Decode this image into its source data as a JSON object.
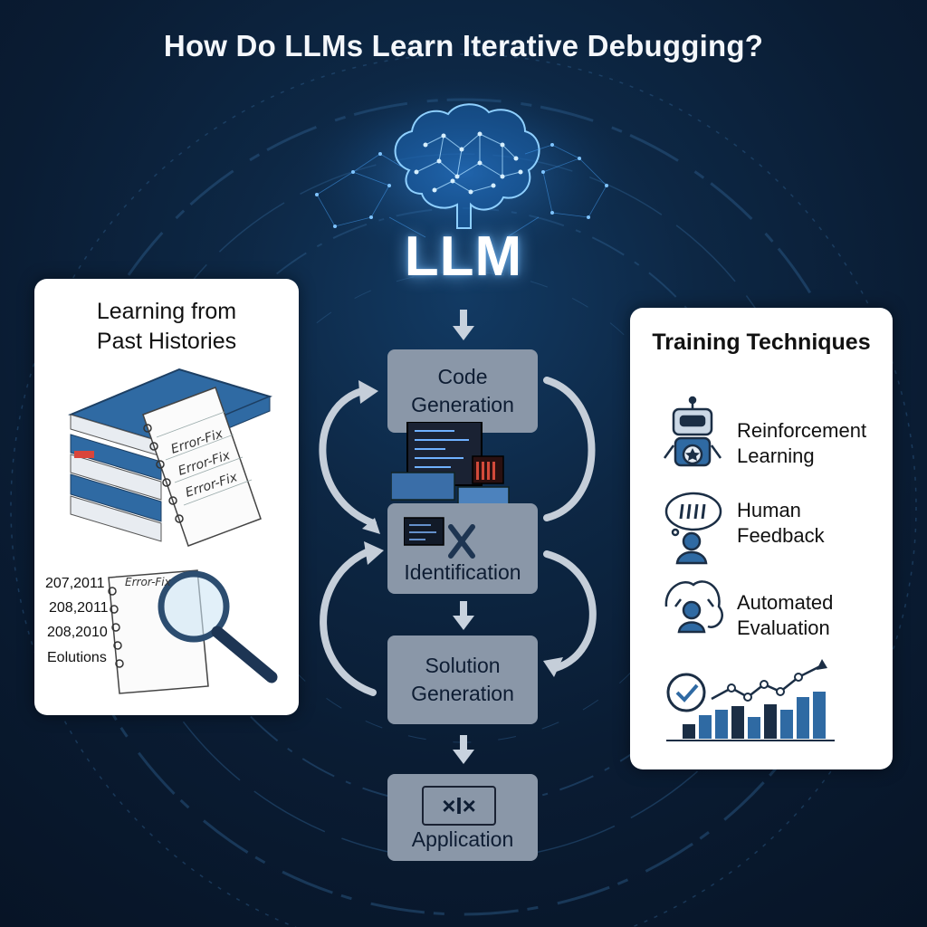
{
  "title": "How Do LLMs Learn Iterative Debugging?",
  "llm_label": "LLM",
  "left_panel": {
    "title_line1": "Learning from",
    "title_line2": "Past Histories",
    "note_label": "Error-Fix",
    "history_lines": [
      "207,2011",
      "208,2011",
      "208,2010",
      "Eolutions"
    ]
  },
  "flow": {
    "code_generation": [
      "Code",
      "Generation"
    ],
    "identification": "Identification",
    "solution_generation": [
      "Solution",
      "Generation"
    ],
    "application": "Application",
    "app_icon_text": "×I×"
  },
  "right_panel": {
    "title": "Training Techniques",
    "techniques": [
      {
        "line1": "Reinforcement",
        "line2": "Learning",
        "icon": "robot-icon"
      },
      {
        "line1": "Human",
        "line2": "Feedback",
        "icon": "human-feedback-icon"
      },
      {
        "line1": "Automated",
        "line2": "Evaluation",
        "icon": "automated-evaluation-icon"
      }
    ],
    "chart_icon": "bar-chart-check-icon"
  },
  "colors": {
    "background": "#0a1c33",
    "step_box": "#8a97a8",
    "accent_blue": "#2e6ea6",
    "glow": "#7fc4ff"
  }
}
